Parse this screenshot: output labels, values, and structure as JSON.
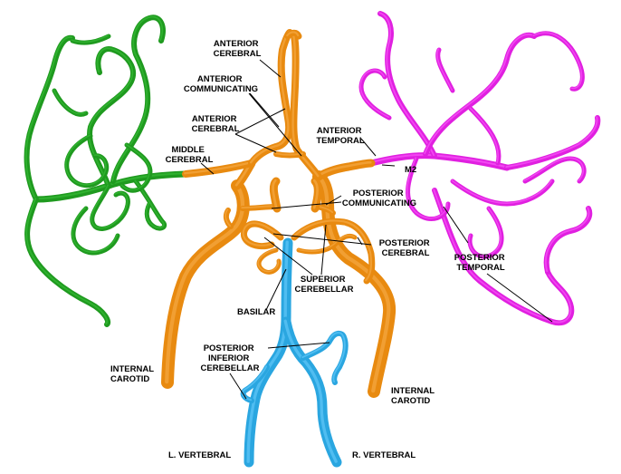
{
  "colors": {
    "background": "#ffffff",
    "middle_cerebral_left": "#1f9a1f",
    "middle_cerebral_left_highlight": "#3cc43c",
    "middle_cerebral_right": "#e020e0",
    "middle_cerebral_right_highlight": "#ff66ff",
    "circle_of_willis": "#e88a10",
    "circle_of_willis_highlight": "#f8b050",
    "vertebrobasilar": "#2aa6e0",
    "vertebrobasilar_highlight": "#6fd0ff",
    "label_text": "#000000"
  },
  "labels": {
    "anterior_cerebral_top": [
      "ANTERIOR",
      "CEREBRAL"
    ],
    "anterior_communicating": [
      "ANTERIOR",
      "COMMUNICATING"
    ],
    "anterior_cerebral_mid": [
      "ANTERIOR",
      "CEREBRAL"
    ],
    "middle_cerebral": [
      "MIDDLE",
      "CEREBRAL"
    ],
    "anterior_temporal": [
      "ANTERIOR",
      "TEMPORAL"
    ],
    "m2": "M2",
    "posterior_communicating": [
      "POSTERIOR",
      "COMMUNICATING"
    ],
    "posterior_cerebral": [
      "POSTERIOR",
      "CEREBRAL"
    ],
    "posterior_temporal": [
      "POSTERIOR",
      "TEMPORAL"
    ],
    "superior_cerebellar": [
      "SUPERIOR",
      "CEREBELLAR"
    ],
    "basilar": "BASILAR",
    "posterior_inferior_cerebellar": [
      "POSTERIOR",
      "INFERIOR",
      "CEREBELLAR"
    ],
    "internal_carotid_left": [
      "INTERNAL",
      "CAROTID"
    ],
    "internal_carotid_right": [
      "INTERNAL",
      "CAROTID"
    ],
    "l_vertebral": "L. VERTEBRAL",
    "r_vertebral": "R. VERTEBRAL"
  }
}
